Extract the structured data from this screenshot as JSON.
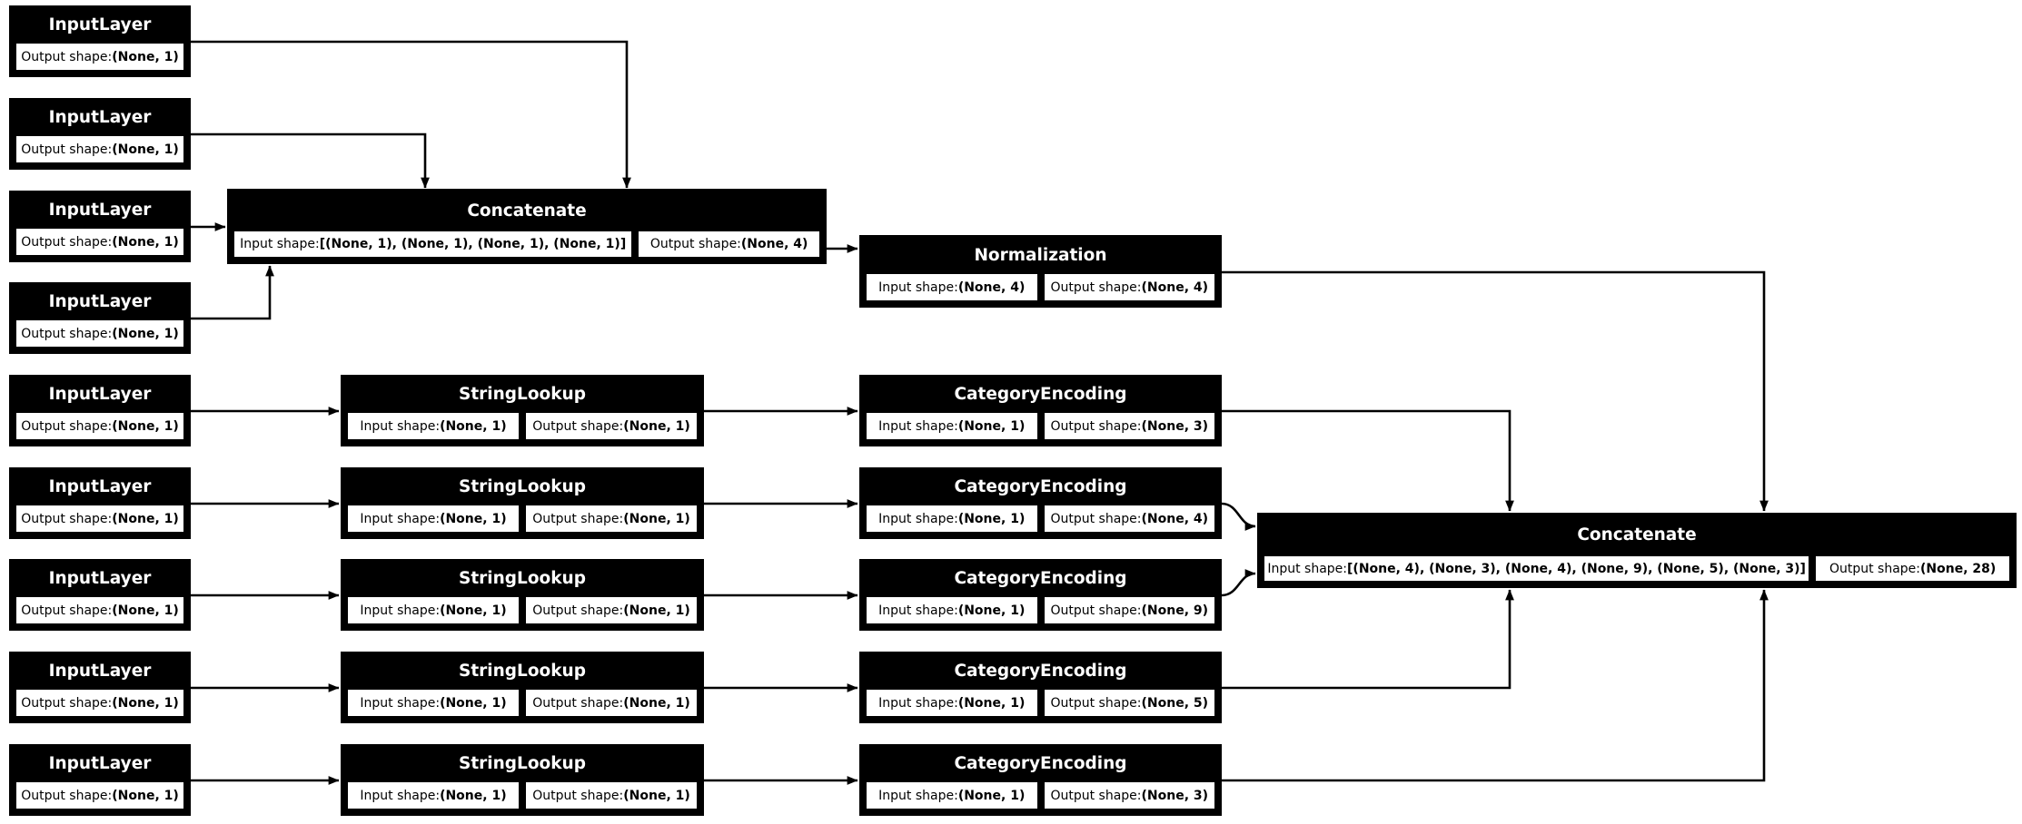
{
  "diagram": {
    "description": "Keras model architecture plot",
    "colors": {
      "background": "#ffffff",
      "node_fill": "#000000",
      "node_title_text": "#ffffff",
      "cell_fill": "#ffffff",
      "cell_text": "#000000",
      "edge": "#000000"
    },
    "labels": {
      "input_prefix": "Input shape: ",
      "output_prefix": "Output shape: "
    },
    "nodes": {
      "input1": {
        "title": "InputLayer",
        "output": "(None, 1)"
      },
      "input2": {
        "title": "InputLayer",
        "output": "(None, 1)"
      },
      "input3": {
        "title": "InputLayer",
        "output": "(None, 1)"
      },
      "input4": {
        "title": "InputLayer",
        "output": "(None, 1)"
      },
      "input5": {
        "title": "InputLayer",
        "output": "(None, 1)"
      },
      "input6": {
        "title": "InputLayer",
        "output": "(None, 1)"
      },
      "input7": {
        "title": "InputLayer",
        "output": "(None, 1)"
      },
      "input8": {
        "title": "InputLayer",
        "output": "(None, 1)"
      },
      "input9": {
        "title": "InputLayer",
        "output": "(None, 1)"
      },
      "concat1": {
        "title": "Concatenate",
        "input": "[(None, 1), (None, 1), (None, 1), (None, 1)]",
        "output": "(None, 4)"
      },
      "norm": {
        "title": "Normalization",
        "input": "(None, 4)",
        "output": "(None, 4)"
      },
      "lookup1": {
        "title": "StringLookup",
        "input": "(None, 1)",
        "output": "(None, 1)"
      },
      "lookup2": {
        "title": "StringLookup",
        "input": "(None, 1)",
        "output": "(None, 1)"
      },
      "lookup3": {
        "title": "StringLookup",
        "input": "(None, 1)",
        "output": "(None, 1)"
      },
      "lookup4": {
        "title": "StringLookup",
        "input": "(None, 1)",
        "output": "(None, 1)"
      },
      "lookup5": {
        "title": "StringLookup",
        "input": "(None, 1)",
        "output": "(None, 1)"
      },
      "cat1": {
        "title": "CategoryEncoding",
        "input": "(None, 1)",
        "output": "(None, 3)"
      },
      "cat2": {
        "title": "CategoryEncoding",
        "input": "(None, 1)",
        "output": "(None, 4)"
      },
      "cat3": {
        "title": "CategoryEncoding",
        "input": "(None, 1)",
        "output": "(None, 9)"
      },
      "cat4": {
        "title": "CategoryEncoding",
        "input": "(None, 1)",
        "output": "(None, 5)"
      },
      "cat5": {
        "title": "CategoryEncoding",
        "input": "(None, 1)",
        "output": "(None, 3)"
      },
      "concat2": {
        "title": "Concatenate",
        "input": "[(None, 4), (None, 3), (None, 4), (None, 9), (None, 5), (None, 3)]",
        "output": "(None, 28)"
      }
    },
    "edges": [
      {
        "from": "input1",
        "to": "concat1"
      },
      {
        "from": "input2",
        "to": "concat1"
      },
      {
        "from": "input3",
        "to": "concat1"
      },
      {
        "from": "input4",
        "to": "concat1"
      },
      {
        "from": "concat1",
        "to": "norm"
      },
      {
        "from": "norm",
        "to": "concat2"
      },
      {
        "from": "input5",
        "to": "lookup1"
      },
      {
        "from": "input6",
        "to": "lookup2"
      },
      {
        "from": "input7",
        "to": "lookup3"
      },
      {
        "from": "input8",
        "to": "lookup4"
      },
      {
        "from": "input9",
        "to": "lookup5"
      },
      {
        "from": "lookup1",
        "to": "cat1"
      },
      {
        "from": "lookup2",
        "to": "cat2"
      },
      {
        "from": "lookup3",
        "to": "cat3"
      },
      {
        "from": "lookup4",
        "to": "cat4"
      },
      {
        "from": "lookup5",
        "to": "cat5"
      },
      {
        "from": "cat1",
        "to": "concat2"
      },
      {
        "from": "cat2",
        "to": "concat2"
      },
      {
        "from": "cat3",
        "to": "concat2"
      },
      {
        "from": "cat4",
        "to": "concat2"
      },
      {
        "from": "cat5",
        "to": "concat2"
      }
    ]
  }
}
